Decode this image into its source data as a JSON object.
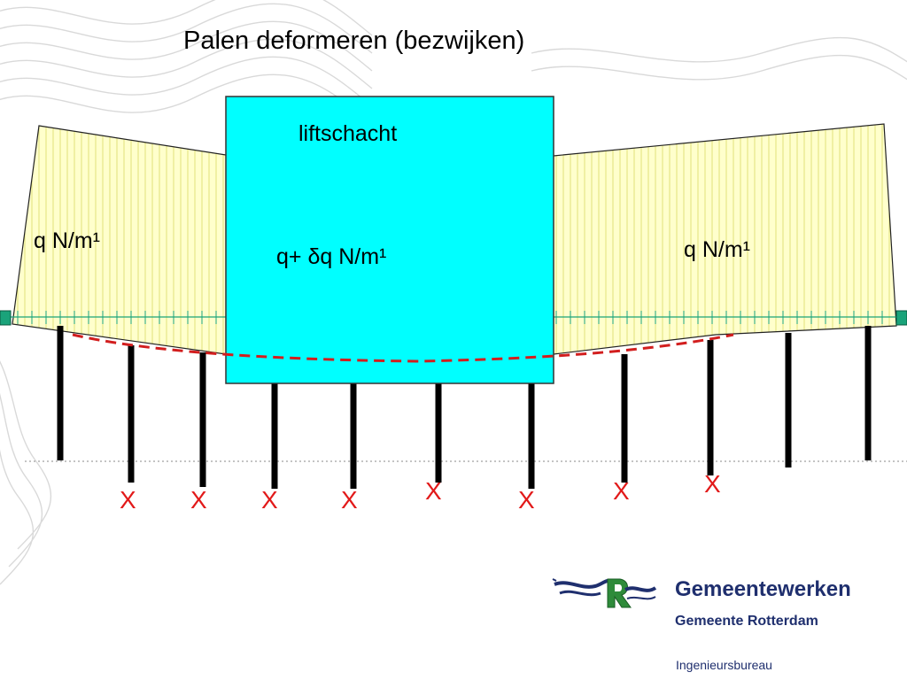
{
  "title": "Palen deformeren (bezwijken)",
  "shaft": {
    "label": "liftschacht",
    "load_label": "q+ δq   N/m¹"
  },
  "slab": {
    "left_load_label": "q   N/m¹",
    "right_load_label": "q   N/m¹"
  },
  "pile_count": 11,
  "failure_marks": [
    "X",
    "X",
    "X",
    "X",
    "X",
    "X",
    "X",
    "X"
  ],
  "colors": {
    "shaft_fill": "#00ffff",
    "slab_fill": "#ffffcc",
    "deflection_line": "#d21e1e",
    "failure_mark": "#e21a1a",
    "brand_text": "#1f2f6e"
  },
  "branding": {
    "organization": "Gemeentewerken",
    "municipality": "Gemeente Rotterdam",
    "department": "Ingenieursbureau",
    "logo_icon": "rotterdam-r-logo"
  }
}
